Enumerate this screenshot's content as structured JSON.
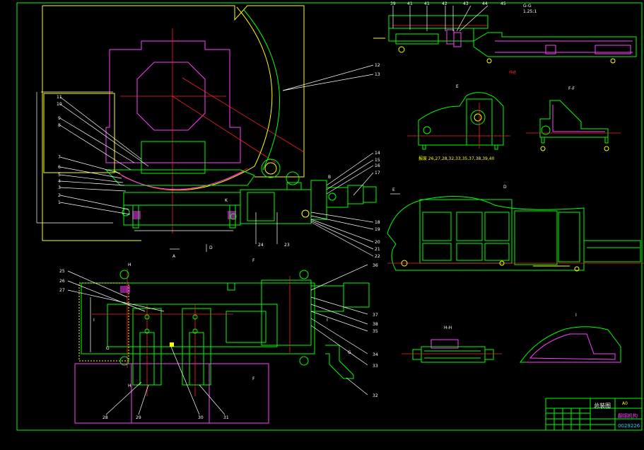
{
  "colors": {
    "background": "#000000",
    "frame": "#00ff00",
    "outline": "#ffff00",
    "centerline": "#ff2020",
    "section": "#ff40ff",
    "leader": "#ffffff"
  },
  "part_labels_top": [
    "39",
    "41",
    "41",
    "42",
    "43",
    "44",
    "45"
  ],
  "gg_label": "G-G",
  "gg_scale": "1.25:1",
  "main_left_labels": [
    "11",
    "10",
    "9",
    "8",
    "7",
    "6",
    "5",
    "4",
    "3",
    "2",
    "1"
  ],
  "main_right_labels": [
    "12",
    "13",
    "14",
    "15",
    "16",
    "17",
    "18",
    "19",
    "20",
    "21",
    "22"
  ],
  "main_bottom_labels": [
    "24",
    "23"
  ],
  "section_arrows": {
    "a": "A",
    "d": "D",
    "b": "B",
    "e": "E",
    "h": "H",
    "f": "F",
    "g": "G",
    "i": "I",
    "k": "K"
  },
  "plan_left_labels": [
    "25",
    "26",
    "27"
  ],
  "plan_right_labels": [
    "36",
    "37",
    "38",
    "35",
    "34",
    "33",
    "32"
  ],
  "plan_bottom_labels": [
    "28",
    "29",
    "30",
    "31"
  ],
  "view_e_title": "E",
  "view_ff_title": "F-F",
  "view_e_note": "报废 26,27,28,32,33,35,37,38,39,40",
  "view_d_title": "D",
  "view_hh_title": "H-H",
  "view_i_title": "I",
  "top_note": "件结",
  "title_block": {
    "drawing_name": "总装图",
    "machine_name": "翻钢机构",
    "drawing_no": "0029226",
    "small": "A0"
  }
}
